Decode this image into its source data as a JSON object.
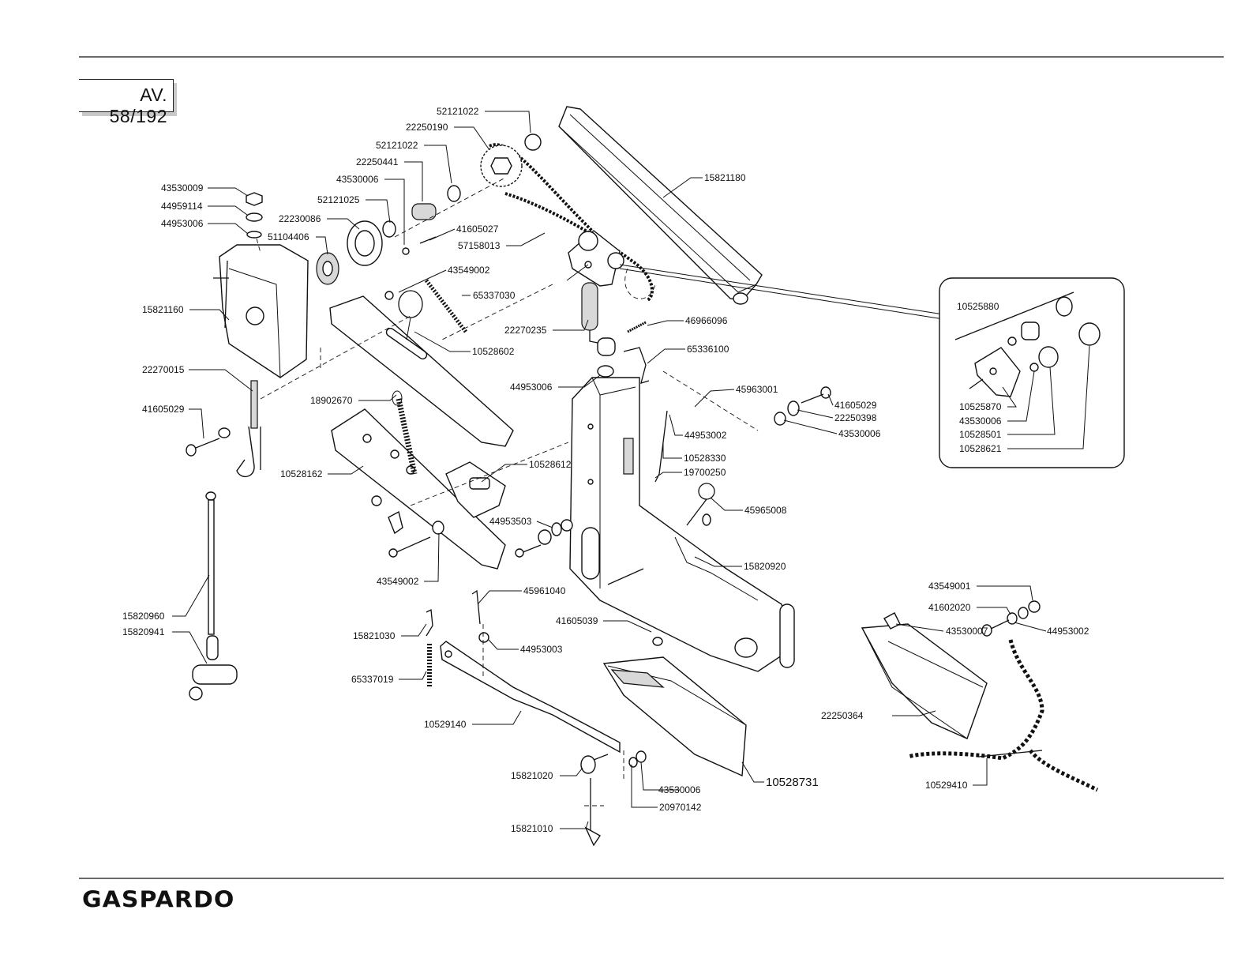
{
  "header": {
    "table_ref": "AV. 58/192"
  },
  "footer": {
    "brand": "GASPARDO"
  },
  "parts": [
    {
      "id": "p52121022a",
      "code": "52121022"
    },
    {
      "id": "p22250190",
      "code": "22250190"
    },
    {
      "id": "p52121022b",
      "code": "52121022"
    },
    {
      "id": "p22250441",
      "code": "22250441"
    },
    {
      "id": "p43530006a",
      "code": "43530006"
    },
    {
      "id": "p52121025",
      "code": "52121025"
    },
    {
      "id": "p43530009",
      "code": "43530009"
    },
    {
      "id": "p44959114",
      "code": "44959114"
    },
    {
      "id": "p44953006a",
      "code": "44953006"
    },
    {
      "id": "p22230086",
      "code": "22230086"
    },
    {
      "id": "p51104406",
      "code": "51104406"
    },
    {
      "id": "p41605027",
      "code": "41605027"
    },
    {
      "id": "p57158013",
      "code": "57158013"
    },
    {
      "id": "p15821180",
      "code": "15821180"
    },
    {
      "id": "p43549002a",
      "code": "43549002"
    },
    {
      "id": "p65337030",
      "code": "65337030"
    },
    {
      "id": "p15821160",
      "code": "15821160"
    },
    {
      "id": "p10528602",
      "code": "10528602"
    },
    {
      "id": "p22270235",
      "code": "22270235"
    },
    {
      "id": "p46966096",
      "code": "46966096"
    },
    {
      "id": "p65336100",
      "code": "65336100"
    },
    {
      "id": "p22270015",
      "code": "22270015"
    },
    {
      "id": "p44953006b",
      "code": "44953006"
    },
    {
      "id": "p45963001",
      "code": "45963001"
    },
    {
      "id": "p18902670",
      "code": "18902670"
    },
    {
      "id": "p41605029a",
      "code": "41605029"
    },
    {
      "id": "p41605029b",
      "code": "41605029"
    },
    {
      "id": "p22250398",
      "code": "22250398"
    },
    {
      "id": "p44953002a",
      "code": "44953002"
    },
    {
      "id": "p43530006b",
      "code": "43530006"
    },
    {
      "id": "p10528330",
      "code": "10528330"
    },
    {
      "id": "p19700250",
      "code": "19700250"
    },
    {
      "id": "p10528162",
      "code": "10528162"
    },
    {
      "id": "p10528612",
      "code": "10528612"
    },
    {
      "id": "p45965008",
      "code": "45965008"
    },
    {
      "id": "p44953503",
      "code": "44953503"
    },
    {
      "id": "p15820920",
      "code": "15820920"
    },
    {
      "id": "p43549002b",
      "code": "43549002"
    },
    {
      "id": "p45961040",
      "code": "45961040"
    },
    {
      "id": "p41605039",
      "code": "41605039"
    },
    {
      "id": "p15820960",
      "code": "15820960"
    },
    {
      "id": "p15820941",
      "code": "15820941"
    },
    {
      "id": "p15821030",
      "code": "15821030"
    },
    {
      "id": "p44953003",
      "code": "44953003"
    },
    {
      "id": "p65337019",
      "code": "65337019"
    },
    {
      "id": "p10529140",
      "code": "10529140"
    },
    {
      "id": "p15821020",
      "code": "15821020"
    },
    {
      "id": "p43530006c",
      "code": "43530006"
    },
    {
      "id": "p10528731",
      "code": "10528731"
    },
    {
      "id": "p20970142",
      "code": "20970142"
    },
    {
      "id": "p15821010",
      "code": "15821010"
    },
    {
      "id": "p43549001",
      "code": "43549001"
    },
    {
      "id": "p41602020",
      "code": "41602020"
    },
    {
      "id": "p43530007",
      "code": "43530007"
    },
    {
      "id": "p44953002b",
      "code": "44953002"
    },
    {
      "id": "p22250364",
      "code": "22250364"
    },
    {
      "id": "p10529410",
      "code": "10529410"
    }
  ],
  "detail_inset": {
    "parts": [
      {
        "id": "d10525880",
        "code": "10525880"
      },
      {
        "id": "d10525870",
        "code": "10525870"
      },
      {
        "id": "d43530006",
        "code": "43530006"
      },
      {
        "id": "d10528501",
        "code": "10528501"
      },
      {
        "id": "d10528621",
        "code": "10528621"
      }
    ]
  }
}
